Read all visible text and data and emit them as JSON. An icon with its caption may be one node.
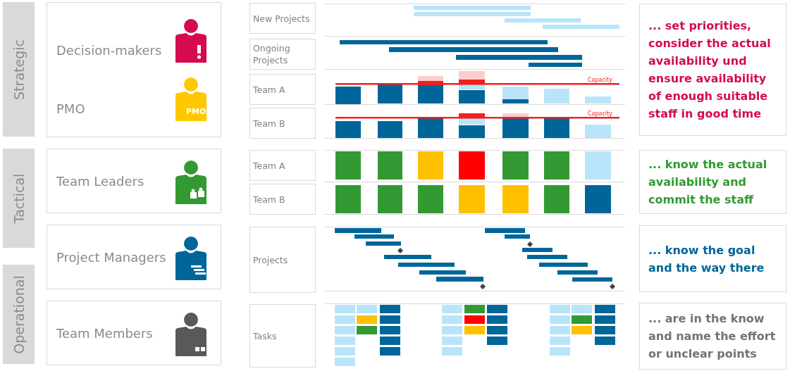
{
  "diagram": {
    "nodes": [
      {
        "text": [
          "Strategic"
        ]
      },
      {
        "text": [
          "Tactical"
        ]
      },
      {
        "text": [
          "Operational"
        ]
      },
      {
        "text": [
          "Decision-makers",
          "PMO"
        ]
      },
      {
        "text": [
          "Team Leaders"
        ]
      },
      {
        "text": [
          "Project Managers"
        ]
      },
      {
        "text": [
          "Team Members"
        ]
      },
      {
        "text": [
          "New Projects"
        ]
      },
      {
        "text": [
          "Ongoing Projects"
        ]
      },
      {
        "text": [
          "Team A"
        ]
      },
      {
        "text": [
          "Team B"
        ]
      },
      {
        "text": [
          "Team A"
        ]
      },
      {
        "text": [
          "Team B"
        ]
      },
      {
        "text": [
          "Projects"
        ]
      },
      {
        "text": [
          "Tasks"
        ]
      },
      {
        "text": [
          "... set priorities, consider the actual availability und ensure availability of enough suitable staff in good time"
        ]
      },
      {
        "text": [
          "... know the actual availability and commit the staff"
        ]
      },
      {
        "text": [
          "... know the goal and the way there"
        ]
      },
      {
        "text": [
          "... are in the know and name the effort or unclear points"
        ]
      }
    ],
    "edges": [],
    "labels": [
      "PMO",
      "Capacity",
      "Capacity"
    ]
  }
}
